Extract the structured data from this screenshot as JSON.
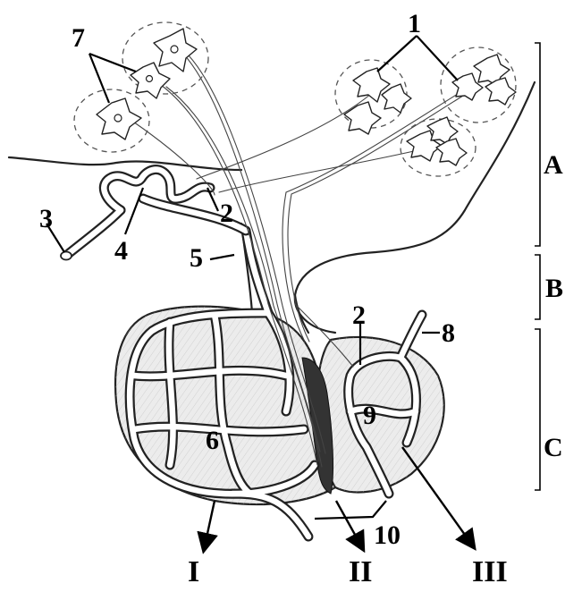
{
  "labels": {
    "l1": "1",
    "l2a": "2",
    "l2b": "2",
    "l3": "3",
    "l4": "4",
    "l5": "5",
    "l6": "6",
    "l7": "7",
    "l8": "8",
    "l9": "9",
    "l10": "10",
    "regionA": "A",
    "regionB": "B",
    "regionC": "C",
    "romanI": "I",
    "romanII": "II",
    "romanIII": "III"
  }
}
